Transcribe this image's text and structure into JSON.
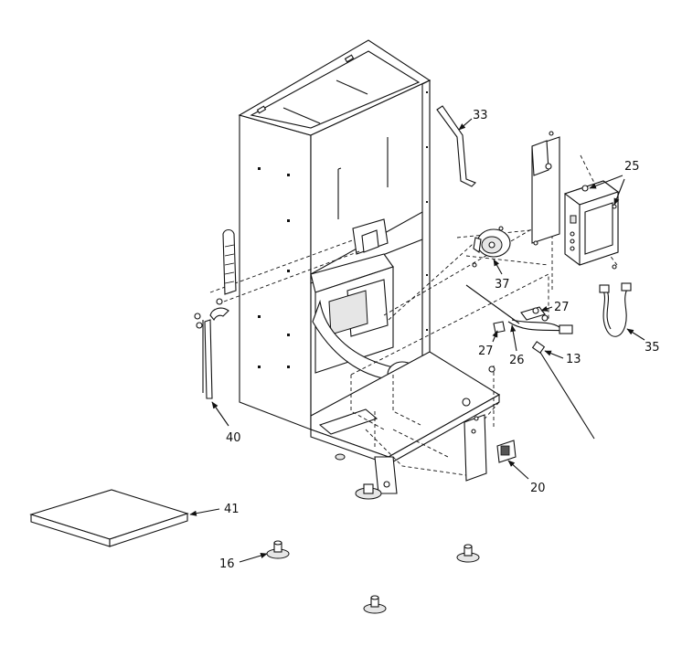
{
  "callouts": {
    "c13": "13",
    "c16": "16",
    "c20": "20",
    "c25": "25",
    "c26": "26",
    "c27a": "27",
    "c27b": "27",
    "c33": "33",
    "c35": "35",
    "c37": "37",
    "c40": "40",
    "c41": "41"
  }
}
